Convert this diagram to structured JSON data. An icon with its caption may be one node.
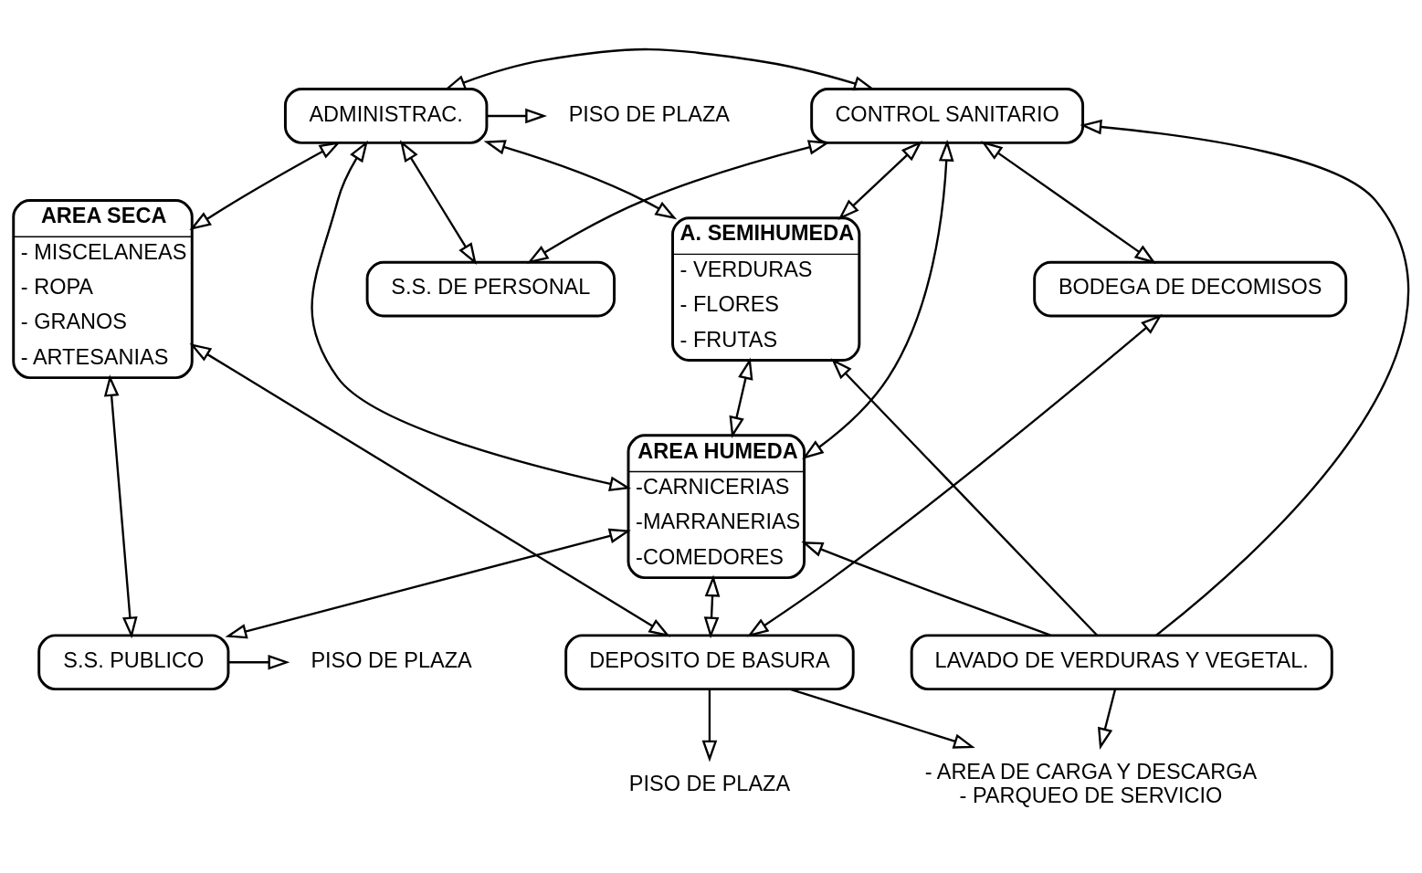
{
  "diagram": {
    "nodes": [
      {
        "text": [
          "PISO DE PLAZA"
        ]
      },
      {
        "text": [
          "S.S. DE PERSONAL"
        ]
      },
      {
        "text": [
          "ADMINISTRAC."
        ]
      },
      {
        "text": [
          "CONTROL SANITARIO"
        ]
      },
      {
        "text": [
          "AREA SECA",
          "- MISCELANEAS",
          "- ROPA",
          "- GRANOS",
          "- ARTESANIAS"
        ]
      },
      {
        "text": [
          "A. SEMIHUMEDA",
          "- VERDURAS",
          "- FLORES",
          "- FRUTAS"
        ]
      },
      {
        "text": [
          "PISO DE PLAZA"
        ]
      },
      {
        "text": [
          "S.S. PUBLICO"
        ]
      },
      {
        "text": [
          "LAVADO DE VERDURAS Y VEGETAL."
        ]
      },
      {
        "text": [
          "BODEGA DE DECOMISOS"
        ]
      },
      {
        "text": [
          "AREA HUMEDA",
          "-CARNICERIAS",
          "-MARRANERIAS",
          "-COMEDORES"
        ]
      },
      {
        "text": [
          "DEPOSITO DE BASURA"
        ]
      },
      {
        "text": [
          "PISO DE PLAZA"
        ]
      },
      {
        "text": [
          "- AREA DE CARGA Y DESCARGA",
          "- PARQUEO DE SERVICIO"
        ]
      }
    ],
    "edges": [
      {
        "from": 2,
        "to": 1,
        "arrow": "both"
      },
      {
        "from": 1,
        "to": 3,
        "arrow": "both"
      },
      {
        "from": 2,
        "to": 0,
        "arrow": "to"
      },
      {
        "from": 2,
        "to": 3,
        "arrow": "both"
      },
      {
        "from": 4,
        "to": 2,
        "arrow": "both"
      },
      {
        "from": 2,
        "to": 5,
        "arrow": "both"
      },
      {
        "from": 2,
        "to": 10,
        "arrow": "both"
      },
      {
        "from": 5,
        "to": 3,
        "arrow": "both"
      },
      {
        "from": 3,
        "to": 9,
        "arrow": "both"
      },
      {
        "from": 8,
        "to": 5,
        "arrow": "to"
      },
      {
        "from": 8,
        "to": 3,
        "arrow": "to"
      },
      {
        "from": 3,
        "to": 10,
        "arrow": "both"
      },
      {
        "from": 4,
        "to": 7,
        "arrow": "both"
      },
      {
        "from": 7,
        "to": 6,
        "arrow": "to"
      },
      {
        "from": 5,
        "to": 10,
        "arrow": "both"
      },
      {
        "from": 8,
        "to": 10,
        "arrow": "to"
      },
      {
        "from": 10,
        "to": 7,
        "arrow": "both"
      },
      {
        "from": 4,
        "to": 11,
        "arrow": "both"
      },
      {
        "from": 10,
        "to": 11,
        "arrow": "both"
      },
      {
        "from": 9,
        "to": 11,
        "arrow": "both"
      },
      {
        "from": 8,
        "to": 13,
        "arrow": "to"
      },
      {
        "from": 11,
        "to": 12,
        "arrow": "to"
      },
      {
        "from": 11,
        "to": 13,
        "arrow": "to"
      }
    ]
  }
}
